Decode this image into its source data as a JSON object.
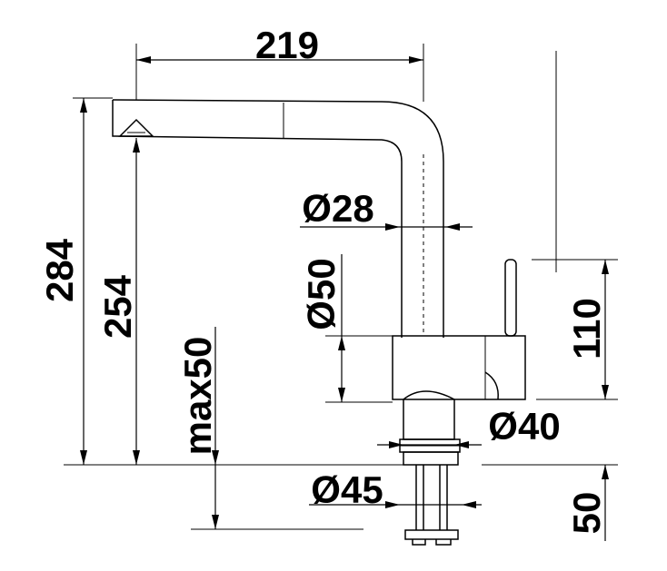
{
  "dimensions": {
    "width_total": "219",
    "height_total": "284",
    "spout_height": "254",
    "max_counter": "max50",
    "dia_spout": "Ø28",
    "dia_body": "Ø50",
    "body_height": "110",
    "dia_base": "Ø40",
    "dia_mount": "Ø45",
    "shank_length": "50"
  }
}
